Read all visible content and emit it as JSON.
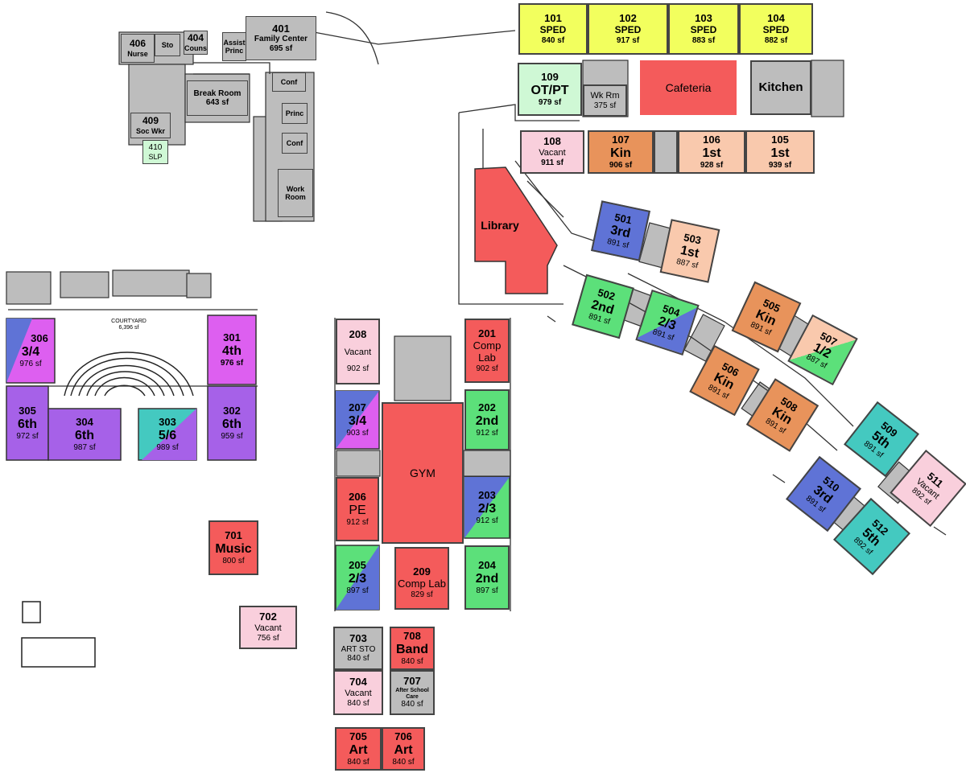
{
  "rooms": {
    "r101": {
      "num": "101",
      "name": "SPED",
      "sf": "840 sf"
    },
    "r102": {
      "num": "102",
      "name": "SPED",
      "sf": "917 sf"
    },
    "r103": {
      "num": "103",
      "name": "SPED",
      "sf": "883 sf"
    },
    "r104": {
      "num": "104",
      "name": "SPED",
      "sf": "882 sf"
    },
    "r109": {
      "num": "109",
      "name": "OT/PT",
      "sf": "979 sf"
    },
    "wkrm": {
      "name": "Wk Rm",
      "sf": "375 sf"
    },
    "cafeteria": {
      "name": "Cafeteria"
    },
    "kitchen": {
      "name": "Kitchen"
    },
    "r108": {
      "num": "108",
      "name": "Vacant",
      "sf": "911 sf"
    },
    "r107": {
      "num": "107",
      "name": "Kin",
      "sf": "906 sf"
    },
    "r106": {
      "num": "106",
      "name": "1st",
      "sf": "928 sf"
    },
    "r105": {
      "num": "105",
      "name": "1st",
      "sf": "939 sf"
    },
    "library": {
      "name": "Library"
    },
    "r401": {
      "num": "401",
      "name": "Family Center",
      "sf": "695 sf"
    },
    "r404": {
      "num": "404",
      "name": "Couns"
    },
    "r406": {
      "num": "406",
      "name": "Nurse"
    },
    "sto": {
      "name": "Sto"
    },
    "assist": {
      "name": "Assist Princ"
    },
    "breakroom": {
      "name": "Break Room",
      "sf": "643 sf"
    },
    "r409": {
      "num": "409",
      "name": "Soc Wkr"
    },
    "r410": {
      "num": "410",
      "name": "SLP"
    },
    "conf1": {
      "name": "Conf"
    },
    "princ": {
      "name": "Princ"
    },
    "conf2": {
      "name": "Conf"
    },
    "workroom": {
      "name": "Work Room"
    },
    "r306": {
      "num": "306",
      "name": "3/4",
      "sf": "976 sf"
    },
    "r301": {
      "num": "301",
      "name": "4th",
      "sf": "976 sf"
    },
    "r305": {
      "num": "305",
      "name": "6th",
      "sf": "972 sf"
    },
    "r304": {
      "num": "304",
      "name": "6th",
      "sf": "987 sf"
    },
    "r303": {
      "num": "303",
      "name": "5/6",
      "sf": "989 sf"
    },
    "r302": {
      "num": "302",
      "name": "6th",
      "sf": "959 sf"
    },
    "courtyard": {
      "name": "COURTYARD",
      "sf": "6,396 sf"
    },
    "r208": {
      "num": "208",
      "name": "Vacant",
      "sf": "902 sf"
    },
    "r201": {
      "num": "201",
      "name": "Comp Lab",
      "sf": "902 sf"
    },
    "r207": {
      "num": "207",
      "name": "3/4",
      "sf": "903 sf"
    },
    "r202": {
      "num": "202",
      "name": "2nd",
      "sf": "912 sf"
    },
    "gym": {
      "name": "GYM"
    },
    "r206": {
      "num": "206",
      "name": "PE",
      "sf": "912 sf"
    },
    "r203": {
      "num": "203",
      "name": "2/3",
      "sf": "912 sf"
    },
    "r205": {
      "num": "205",
      "name": "2/3",
      "sf": "897 sf"
    },
    "r209": {
      "num": "209",
      "name": "Comp Lab",
      "sf": "829 sf"
    },
    "r204": {
      "num": "204",
      "name": "2nd",
      "sf": "897 sf"
    },
    "r701": {
      "num": "701",
      "name": "Music",
      "sf": "800 sf"
    },
    "r702": {
      "num": "702",
      "name": "Vacant",
      "sf": "756 sf"
    },
    "r703": {
      "num": "703",
      "name": "ART STO",
      "sf": "840 sf"
    },
    "r708": {
      "num": "708",
      "name": "Band",
      "sf": "840 sf"
    },
    "r704": {
      "num": "704",
      "name": "Vacant",
      "sf": "840 sf"
    },
    "r707": {
      "num": "707",
      "name": "After School Care",
      "sf": "840 sf"
    },
    "r705": {
      "num": "705",
      "name": "Art",
      "sf": "840 sf"
    },
    "r706": {
      "num": "706",
      "name": "Art",
      "sf": "840 sf"
    },
    "r501": {
      "num": "501",
      "name": "3rd",
      "sf": "891 sf"
    },
    "r503": {
      "num": "503",
      "name": "1st",
      "sf": "887 sf"
    },
    "r502": {
      "num": "502",
      "name": "2nd",
      "sf": "891 sf"
    },
    "r504": {
      "num": "504",
      "name": "2/3",
      "sf": "891 sf"
    },
    "r505": {
      "num": "505",
      "name": "Kin",
      "sf": "891 sf"
    },
    "r507": {
      "num": "507",
      "name": "1/2",
      "sf": "887 sf"
    },
    "r506": {
      "num": "506",
      "name": "Kin",
      "sf": "891 sf"
    },
    "r508": {
      "num": "508",
      "name": "Kin",
      "sf": "891 sf"
    },
    "r509": {
      "num": "509",
      "name": "5th",
      "sf": "891 sf"
    },
    "r511": {
      "num": "511",
      "name": "Vacant",
      "sf": "892 sf"
    },
    "r510": {
      "num": "510",
      "name": "3rd",
      "sf": "891 sf"
    },
    "r512": {
      "num": "512",
      "name": "5th",
      "sf": "892 sf"
    }
  },
  "colors": {
    "sped": "#f2ff5e",
    "core": "#f45b5b",
    "kindergarten": "#e8935b",
    "first": "#f9c9ad",
    "vacant": "#f9cfdc",
    "therapy": "#cff8d5",
    "third": "#5f73d6",
    "second": "#5ce07a",
    "fifth": "#44c9c0",
    "sixth": "#a661e8",
    "fourth": "#dd5ff0",
    "support": "#bdbdbd"
  }
}
